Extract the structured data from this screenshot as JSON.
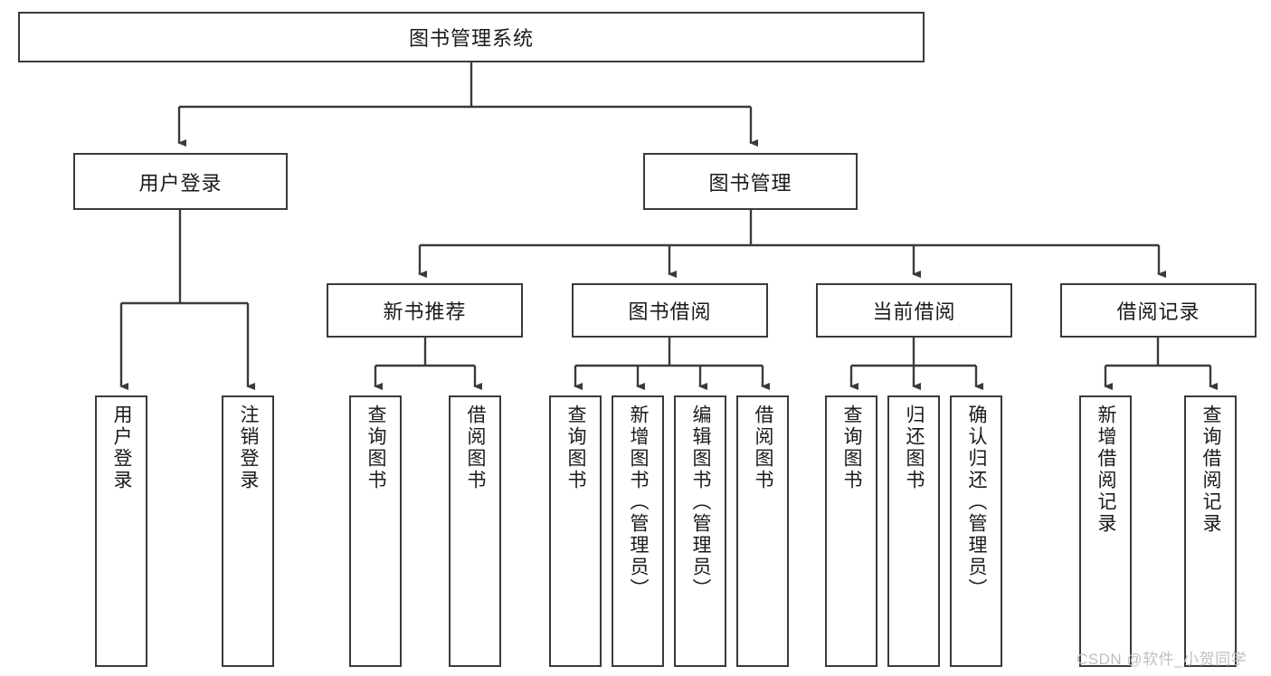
{
  "diagram": {
    "title": "图书管理系统",
    "type": "tree-hierarchy-diagram",
    "colors": {
      "box_border": "#3a3a3a",
      "box_fill": "#ffffff",
      "connector": "#3a3a3a",
      "text": "#1a1a1a",
      "watermark": "#bfbfbf",
      "background": "#ffffff"
    },
    "root": {
      "label": "图书管理系统"
    },
    "level2": [
      {
        "label": "用户登录"
      },
      {
        "label": "图书管理"
      }
    ],
    "level3": [
      {
        "label": "新书推荐"
      },
      {
        "label": "图书借阅"
      },
      {
        "label": "当前借阅"
      },
      {
        "label": "借阅记录"
      }
    ],
    "leaves": {
      "user_login": [
        {
          "label": "用户登录"
        },
        {
          "label": "注销登录"
        }
      ],
      "new_book_recommend": [
        {
          "label": "查询图书"
        },
        {
          "label": "借阅图书"
        }
      ],
      "book_borrow": [
        {
          "label": "查询图书"
        },
        {
          "label": "新增图书（管理员）"
        },
        {
          "label": "编辑图书（管理员）"
        },
        {
          "label": "借阅图书"
        }
      ],
      "current_borrow": [
        {
          "label": "查询图书"
        },
        {
          "label": "归还图书"
        },
        {
          "label": "确认归还（管理员）"
        }
      ],
      "borrow_record": [
        {
          "label": "新增借阅记录"
        },
        {
          "label": "查询借阅记录"
        }
      ]
    }
  },
  "watermark": {
    "text": "CSDN @软件_小贺同学"
  }
}
